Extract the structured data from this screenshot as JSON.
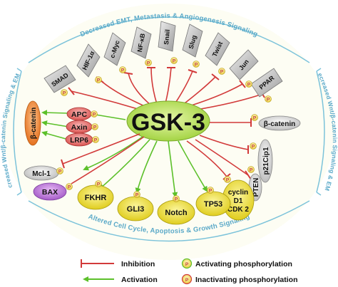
{
  "center": {
    "label": "GSK-3"
  },
  "arc_labels": {
    "top": "Decreased EMT, Metastasis & Angiogenesis Signaling",
    "left": "Increased Wnt/β-catenin Signaling & EMT",
    "right": "Decreased Wnt/β-catenin Signaling & EMT",
    "bottom": "Altered Cell Cycle, Apoptosis & Growth Signaling"
  },
  "top_targets": [
    "SMAD",
    "HIF-1α",
    "c-Myc",
    "NF-κB",
    "Snail",
    "Slug",
    "Twist",
    "Jun",
    "PPAR"
  ],
  "left_complex": {
    "apc": "APC",
    "axin": "Axin",
    "lrp6": "LRP6",
    "beta_catenin": "β-catenin"
  },
  "right_targets": {
    "beta_catenin": "β-catenin",
    "p21": "p21Cip1",
    "pten": "PTEN"
  },
  "bottom_targets": {
    "mcl1": "Mcl-1",
    "bax": "BAX",
    "fkhr": "FKHR",
    "gli3": "GLI3",
    "notch": "Notch",
    "tp53": "TP53",
    "cyclin": [
      "cyclin",
      "D1",
      "CDK 2"
    ]
  },
  "phospho_symbol": "P",
  "legend": {
    "inhibition": "Inhibition",
    "activation": "Activation",
    "activating": "Activating phosphorylation",
    "inactivating": "Inactivating phosphorylation"
  },
  "colors": {
    "inhibit": "#d23a3a",
    "activate": "#5cc02a",
    "gsk_fill": "#c6e86e",
    "arc": "#7cc3da",
    "diamond": "#c4c4c4",
    "red_node": "#e57373",
    "orange_node": "#f08a3a",
    "purple_node": "#c27be0",
    "yellow_node": "#f1e43e",
    "p_activating": "#f3e97a",
    "p_inactivating": "#f6d25a"
  }
}
